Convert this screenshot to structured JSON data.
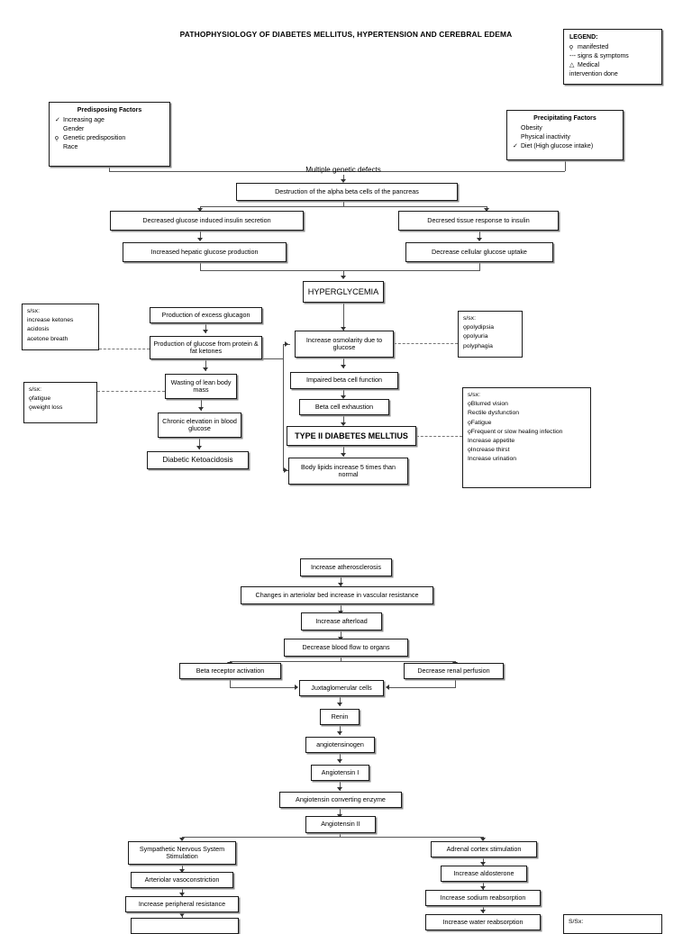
{
  "document": {
    "title": "PATHOPHYSIOLOGY OF DIABETES MELLITUS, HYPERTENSION AND CEREBRAL EDEMA"
  },
  "legend": {
    "heading": "LEGEND:",
    "items": [
      {
        "marker": "ǫ",
        "label": "manifested"
      },
      {
        "marker": "---",
        "label": "signs & symptoms"
      },
      {
        "marker": "△",
        "label": "Medical"
      },
      {
        "marker": "",
        "label": "intervention done"
      }
    ]
  },
  "predisposing": {
    "heading": "Predisposing Factors",
    "items": [
      {
        "marker": "✓",
        "label": "Increasing age"
      },
      {
        "marker": "",
        "label": "Gender"
      },
      {
        "marker": "ǫ",
        "label": "Genetic predisposition"
      },
      {
        "marker": "",
        "label": "Race"
      }
    ]
  },
  "precipitating": {
    "heading": "Precipitating Factors",
    "items": [
      {
        "marker": "",
        "label": "Obesity"
      },
      {
        "marker": "",
        "label": "Physical inactivity"
      },
      {
        "marker": "✓",
        "label": "Diet (High glucose intake)"
      }
    ]
  },
  "flow_upper": {
    "multiple_genetic_defects": "Multiple genetic defects",
    "destruction": "Destruction of the alpha beta cells of the pancreas",
    "decreased_secretion": "Decreased glucose induced insulin secretion",
    "decreased_response": "Decresed tissue response to insulin",
    "hepatic": "Increased hepatic glucose production",
    "uptake": "Decrease cellular glucose uptake",
    "hyperglycemia": "HYPERGLYCEMIA"
  },
  "flow_left": {
    "glucagon": "Production of excess glucagon",
    "gluconeogenesis": "Production of glucose from protein & fat ketones",
    "wasting": "Wasting of lean body mass",
    "chronic": "Chronic elevation in blood glucose",
    "dka": "Diabetic Ketoacidosis"
  },
  "flow_center": {
    "osmolarity": "Increase osmolarity due to glucose",
    "impaired": "Impaired beta cell function",
    "exhaustion": "Beta cell exhaustion",
    "type2": "TYPE II DIABETES MELLTIUS",
    "lipids": "Body lipids increase 5 times than normal"
  },
  "sx_ketones": {
    "heading": "s/sx:",
    "items": [
      "increase ketones",
      "acidosis",
      "acetone breath"
    ]
  },
  "sx_fatigue": {
    "heading": "s/sx:",
    "items": [
      "ǫfatigue",
      "ǫweight loss"
    ]
  },
  "sx_polys": {
    "heading": "s/sx:",
    "items": [
      "ǫpolydipsia",
      "ǫpolyuria",
      "polyphagia"
    ]
  },
  "sx_type2": {
    "heading": "s/sx:",
    "items": [
      "ǫBlurred vision",
      "Rectile dysfunction",
      "ǫFatigue",
      "ǫFrequent or slow healing infection",
      "Increase appetite",
      "ǫIncrease thirst",
      "Increase urination"
    ]
  },
  "flow_lower": {
    "atherosclerosis": "Increase atherosclerosis",
    "arteriolar_bed": "Changes in arteriolar bed increase in vascular resistance",
    "afterload": "Increase afterload",
    "blood_flow": "Decrease blood flow to organs",
    "beta_receptor": "Beta receptor activation",
    "renal_perfusion": "Decrease renal perfusion",
    "juxtaglomerular": "Juxtaglomerular cells",
    "renin": "Renin",
    "angiotensinogen": "angiotensinogen",
    "angiotensin_1": "Angiotensin I",
    "ace": "Angiotensin converting enzyme",
    "angiotensin_2": "Angiotensin II"
  },
  "flow_bottom_left": {
    "sns": "Sympathetic Nervous System Stimulation",
    "vasoconstriction": "Arteriolar vasoconstriction",
    "peripheral": "Increase peripheral resistance",
    "next": ""
  },
  "flow_bottom_right": {
    "adrenal": "Adrenal cortex stimulation",
    "aldosterone": "Increase aldosterone",
    "sodium": "Increase sodium reabsorption",
    "water": "Increase water reabsorption",
    "sx_heading": "S/Sx:"
  }
}
